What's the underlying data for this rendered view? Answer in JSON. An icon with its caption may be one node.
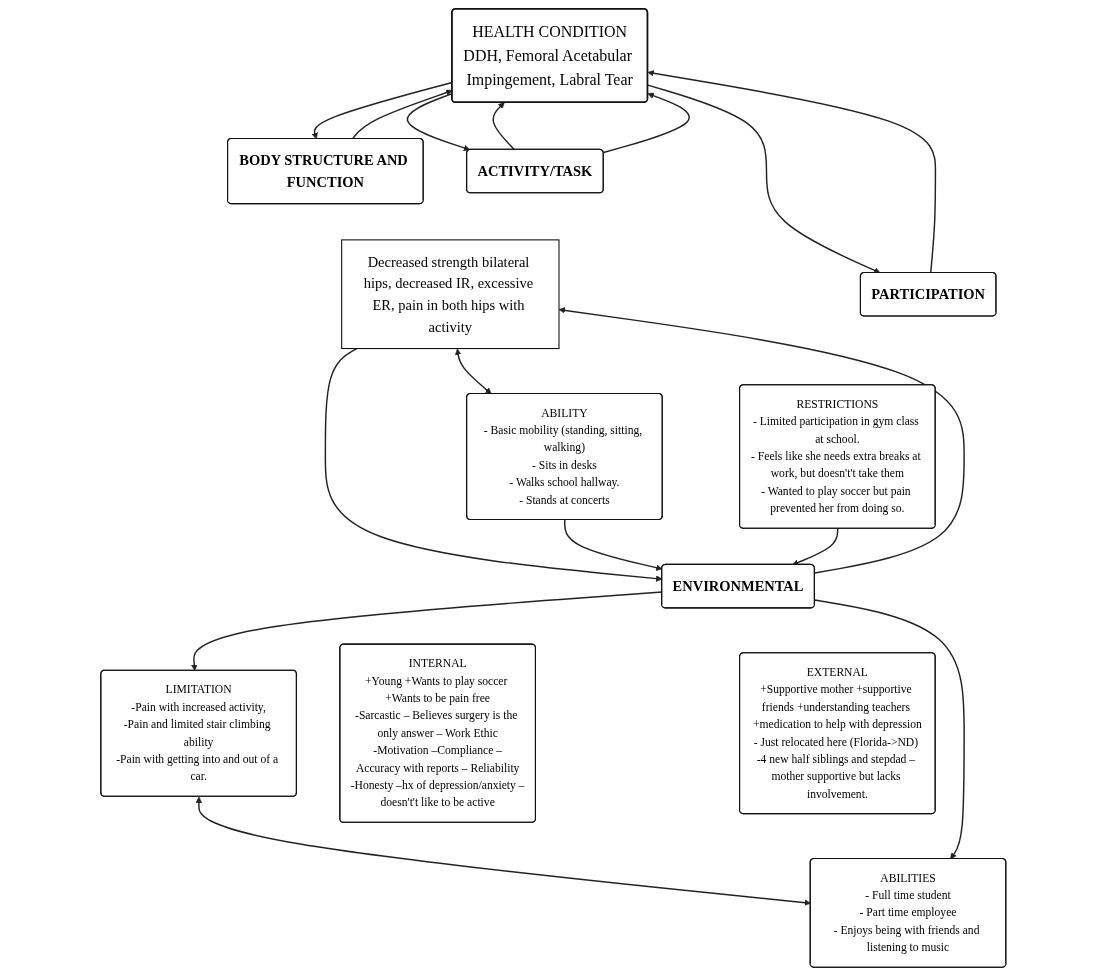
{
  "diagram": {
    "nodes": [
      {
        "text": [
          "HEALTH CONDITION",
          "DDH, Femoral Acetabular Impingement, Labral Tear"
        ]
      },
      {
        "text": [
          "BODY STRUCTURE AND FUNCTION"
        ]
      },
      {
        "text": [
          "Decreased strength bilateral hips, decreased IR, excessive ER, pain in both hips with activity"
        ]
      },
      {
        "text": [
          "ACTIVITY/TASK"
        ]
      },
      {
        "text": [
          "ABILITY",
          "- Basic mobility (standing, sitting, walking)",
          "- Sits in desks",
          "- Walks school hallway.",
          "- Stands at concerts"
        ]
      },
      {
        "text": [
          "LIMITATION",
          "-Pain with increased activity,",
          "-Pain and limited stair climbing ability",
          "-Pain with getting into and out of a car."
        ]
      },
      {
        "text": [
          "PARTICIPATION"
        ]
      },
      {
        "text": [
          "ABILITIES",
          "- Full time student",
          "- Part time employee",
          "- Enjoys being with friends and listening to music"
        ]
      },
      {
        "text": [
          "RESTRICTIONS",
          "- Limited participation in gym class at school.",
          "- Feels like she needs extra breaks at work, but doesn't't take them",
          "- Wanted to play soccer but pain prevented her from doing so."
        ]
      },
      {
        "text": [
          "ENVIRONMENTAL"
        ]
      },
      {
        "text": [
          "INTERNAL",
          "+Young +Wants to play soccer +Wants to be pain free",
          "-Sarcastic – Believes surgery is the only answer – Work Ethic",
          "-Motivation –Compliance –Accuracy with reports – Reliability",
          "-Honesty –hx of depression/anxiety –doesn't't like to be active"
        ]
      },
      {
        "text": [
          "EXTERNAL",
          "+Supportive mother +supportive friends +understanding teachers +medication to help with depression",
          "- Just relocated here (Florida->ND) -4 new half siblings and stepdad – mother supportive but lacks involvement."
        ]
      }
    ],
    "edges": [
      {
        "from": 0,
        "to": 1,
        "arrow": "to"
      },
      {
        "from": 1,
        "to": 0,
        "arrow": "to"
      },
      {
        "from": 3,
        "to": 0,
        "arrow": "to"
      },
      {
        "from": 0,
        "to": 3,
        "arrow": "to"
      },
      {
        "from": 3,
        "to": 0,
        "arrow": "to"
      },
      {
        "from": 6,
        "to": 0,
        "arrow": "to"
      },
      {
        "from": 0,
        "to": 6,
        "arrow": "to"
      },
      {
        "from": 2,
        "to": 4,
        "arrow": "both"
      },
      {
        "from": 5,
        "to": 7,
        "arrow": "both"
      },
      {
        "from": 2,
        "to": 9,
        "arrow": "to"
      },
      {
        "from": 9,
        "to": 2,
        "arrow": "to"
      },
      {
        "from": 4,
        "to": 9,
        "arrow": "to"
      },
      {
        "from": 9,
        "to": 5,
        "arrow": "to"
      },
      {
        "from": 9,
        "to": 7,
        "arrow": "to"
      },
      {
        "from": 8,
        "to": 9,
        "arrow": "to"
      }
    ]
  }
}
